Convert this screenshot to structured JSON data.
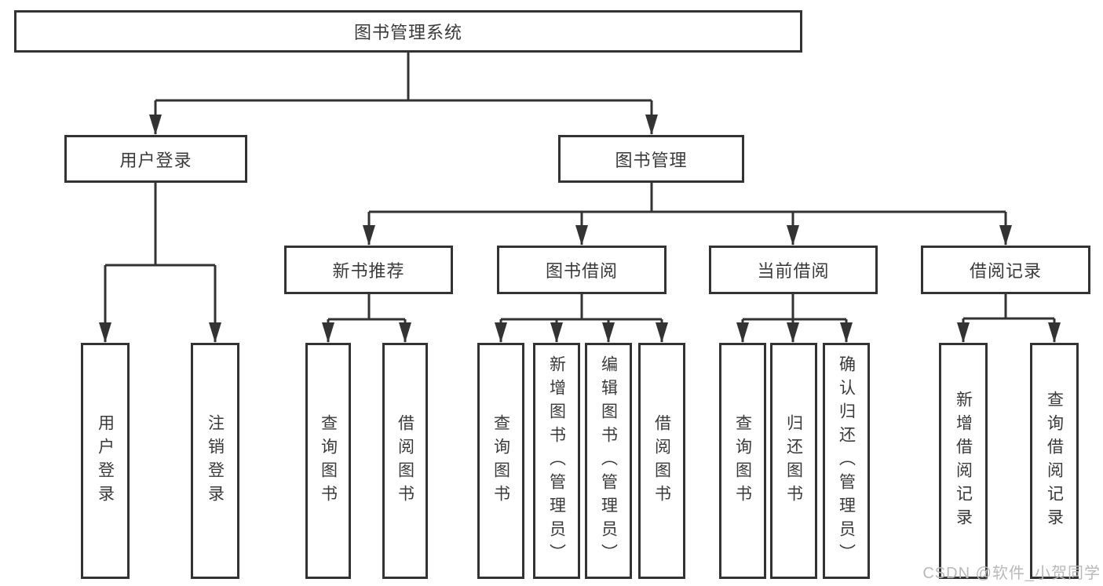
{
  "diagram": {
    "type": "hierarchy-tree",
    "title": "图书管理系统",
    "colors": {
      "line": "#333333",
      "text": "#3a3a3a",
      "box_background": "#ffffff",
      "watermark": "#b9b9b9"
    }
  },
  "tree": {
    "label": "图书管理系统",
    "children": [
      {
        "label": "用户登录",
        "children": [
          {
            "label": "用户登录"
          },
          {
            "label": "注销登录"
          }
        ]
      },
      {
        "label": "图书管理",
        "children": [
          {
            "label": "新书推荐",
            "children": [
              {
                "label": "查询图书"
              },
              {
                "label": "借阅图书"
              }
            ]
          },
          {
            "label": "图书借阅",
            "children": [
              {
                "label": "查询图书"
              },
              {
                "label": "新增图书（管理员）"
              },
              {
                "label": "编辑图书（管理员）"
              },
              {
                "label": "借阅图书"
              }
            ]
          },
          {
            "label": "当前借阅",
            "children": [
              {
                "label": "查询图书"
              },
              {
                "label": "归还图书"
              },
              {
                "label": "确认归还（管理员）"
              }
            ]
          },
          {
            "label": "借阅记录",
            "children": [
              {
                "label": "新增借阅记录"
              },
              {
                "label": "查询借阅记录"
              }
            ]
          }
        ]
      }
    ]
  },
  "watermark": {
    "text": "CSDN @软件_小贺同学"
  }
}
